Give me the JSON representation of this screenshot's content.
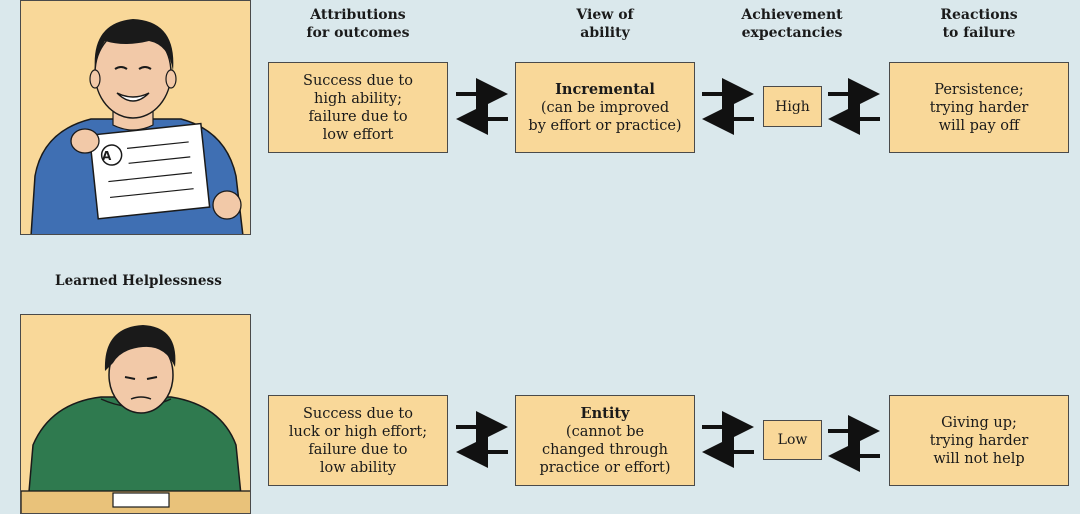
{
  "headers": {
    "attributions": "Attributions\nfor outcomes",
    "view": "View of\nability",
    "expect": "Achievement\nexpectancies",
    "reactions": "Reactions\nto failure"
  },
  "section_label": "Learned Helplessness",
  "top_row": {
    "attributions": "Success due to\nhigh ability;\nfailure due to\nlow effort",
    "view_title": "Incremental",
    "view_text": "(can be improved\nby effort or practice)",
    "expectancy": "High",
    "reaction": "Persistence;\ntrying harder\nwill pay off"
  },
  "bottom_row": {
    "attributions": "Success due to\nluck or high effort;\nfailure due to\nlow ability",
    "view_title": "Entity",
    "view_text": "(cannot be\nchanged through\npractice or effort)",
    "expectancy": "Low",
    "reaction": "Giving up;\ntrying harder\nwill not help"
  },
  "illustrations": {
    "top_grade": "A"
  },
  "colors": {
    "background": "#dae8ec",
    "box_fill": "#f9d899",
    "border": "#4a4a4a",
    "arrow": "#111111",
    "shirt_top": "#3f6fb3",
    "shirt_bottom": "#2f7a4f"
  }
}
